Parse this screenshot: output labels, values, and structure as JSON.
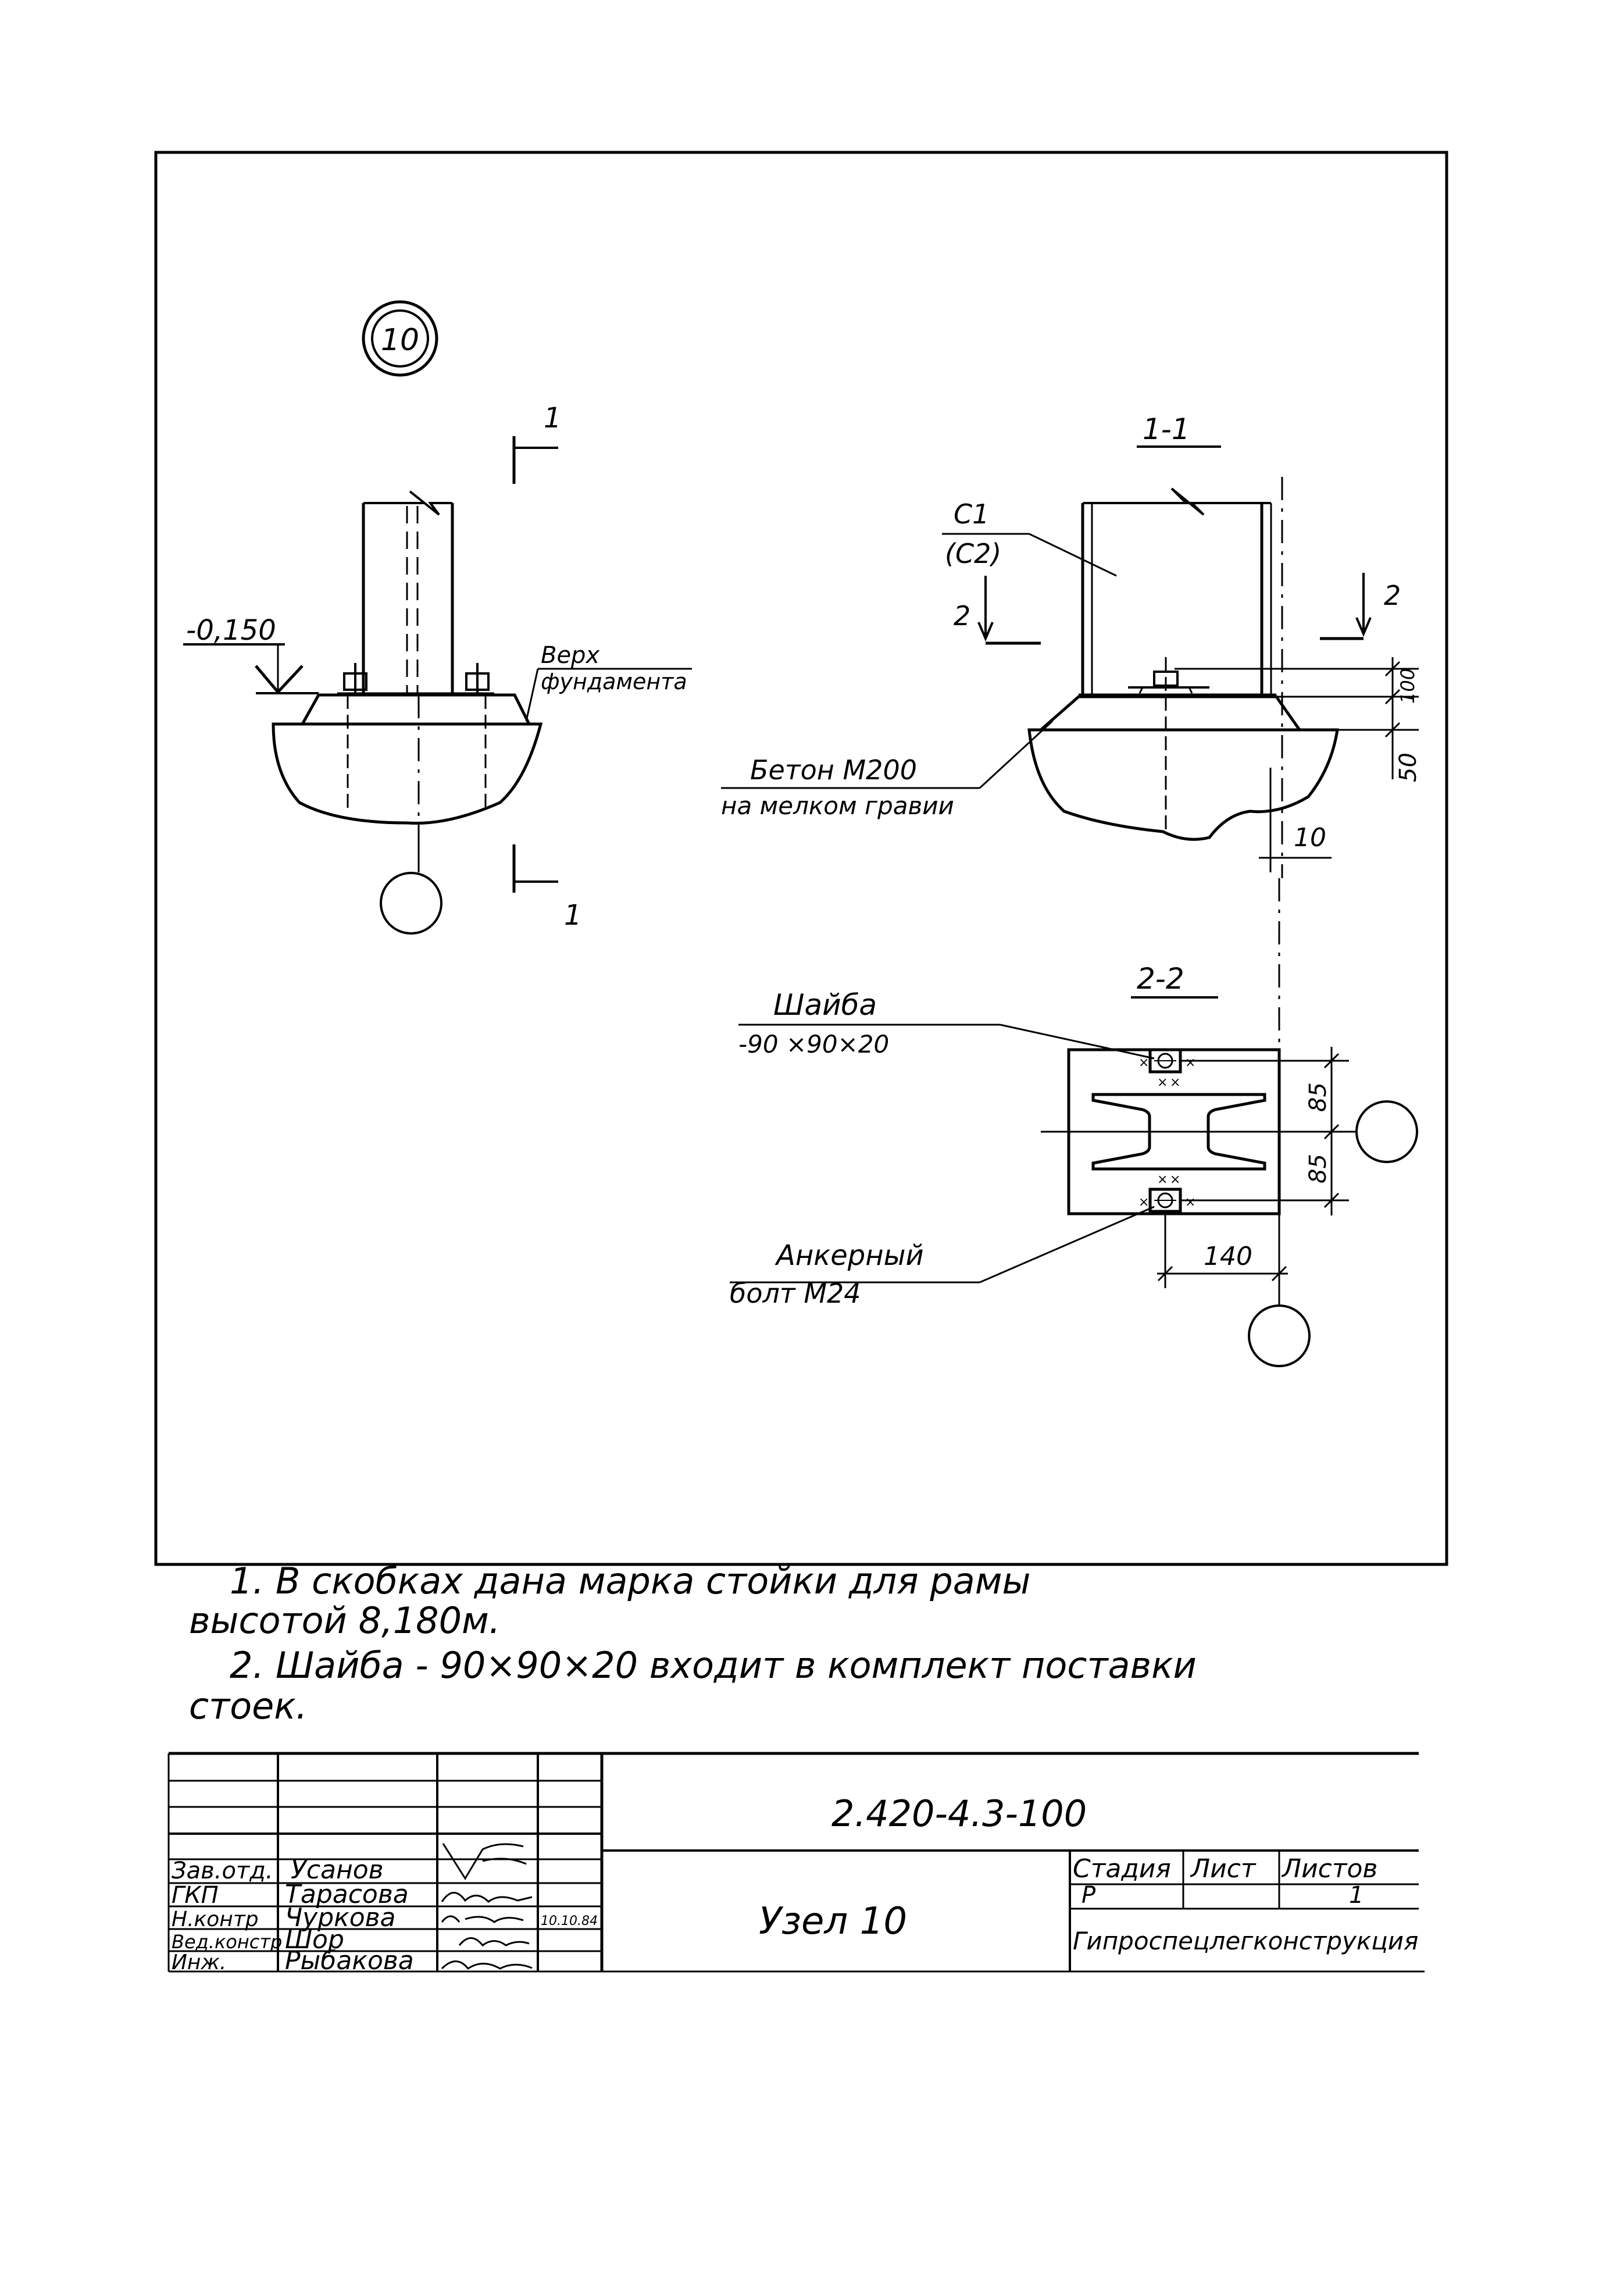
{
  "node_marker": "10",
  "view_main": {
    "section_mark": "1",
    "level_mark": "-0,150",
    "top_label_1": "Верх",
    "top_label_2": "фундамента"
  },
  "section_1_1": {
    "title": "1-1",
    "column_mark": "С1",
    "column_mark_alt": "(С2)",
    "cut_mark": "2",
    "dim_100": "100",
    "dim_50": "50",
    "dim_10": "10",
    "concrete_label_1": "Бетон М200",
    "concrete_label_2": "на мелком гравии"
  },
  "section_2_2": {
    "title": "2-2",
    "washer_label": "Шайба",
    "washer_size": "-90 ×90×20",
    "dim_85_top": "85",
    "dim_85_bottom": "85",
    "dim_140": "140",
    "bolt_label_1": "Анкерный",
    "bolt_label_2": "болт М24"
  },
  "notes": {
    "line1": "1. В скобках   дана  марка стойки для рамы",
    "line2": "высотой    8,180м.",
    "line3": "2. Шайба  - 90×90×20  входит в  комплект поставки",
    "line4": "стоек."
  },
  "title_block": {
    "doc_code": "2.420-4.3-100",
    "title": "Узел 10",
    "stage_header": "Стадия",
    "sheet_header": "Лист",
    "sheets_header": "Листов",
    "stage_value": "Р",
    "sheets_value": "1",
    "organization": "Гипроспецлегконструкция",
    "date": "10.10.84",
    "roles": [
      "Зав.отд.",
      "ГКП",
      "Н.контр",
      "Вед.констр",
      "Инж."
    ],
    "names": [
      "Усанов",
      "Тарасова",
      "Чуркова",
      "Шор",
      "Рыбакова"
    ]
  },
  "colors": {
    "ink": "#000000",
    "paper": "#ffffff"
  }
}
